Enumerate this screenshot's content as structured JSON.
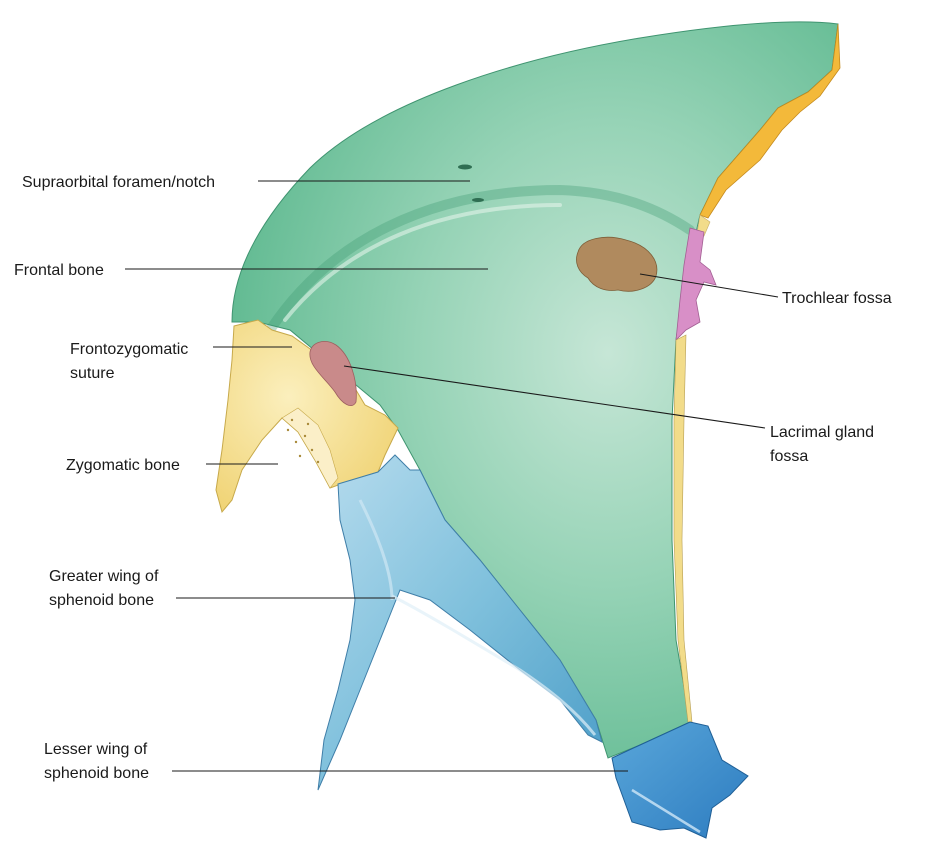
{
  "labels": {
    "supraorbital": "Supraorbital foramen/notch",
    "frontal": "Frontal bone",
    "frontozygomatic_1": "Frontozygomatic",
    "frontozygomatic_2": "suture",
    "zygomatic": "Zygomatic bone",
    "greater_wing_1": "Greater wing of",
    "greater_wing_2": "sphenoid bone",
    "lesser_wing_1": "Lesser wing of",
    "lesser_wing_2": "sphenoid bone",
    "trochlear": "Trochlear fossa",
    "lacrimal_1": "Lacrimal gland",
    "lacrimal_2": "fossa"
  },
  "colors": {
    "frontal_bone": "#6cc39e",
    "zygomatic_bone": "#f6df8e",
    "greater_wing": "#7fc0dc",
    "lesser_wing": "#3f8fcf",
    "trochlear_fossa": "#b08a5e",
    "lacrimal_fossa": "#c98a8a",
    "lacrimal_bone": "#d88fc7",
    "ethmoid_strip": "#f2dc8a",
    "maxillary_edge": "#f3b93a"
  }
}
